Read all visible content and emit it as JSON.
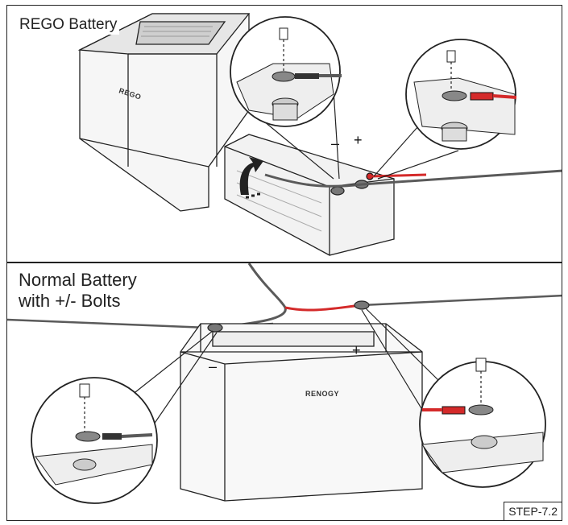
{
  "panels": {
    "top": {
      "title": "REGO Battery",
      "minus": "–",
      "plus": "+",
      "brand": "REGO"
    },
    "bottom": {
      "title_line1": "Normal Battery",
      "title_line2": "with +/- Bolts",
      "minus": "–",
      "plus": "+",
      "brand": "RENOGY",
      "step": "STEP-7.2"
    }
  },
  "colors": {
    "outline": "#222222",
    "cable_red": "#d42a2a",
    "cable_grey": "#5a5a5a",
    "fill_light": "#f4f4f4",
    "fill_mid": "#d9d9d9"
  }
}
